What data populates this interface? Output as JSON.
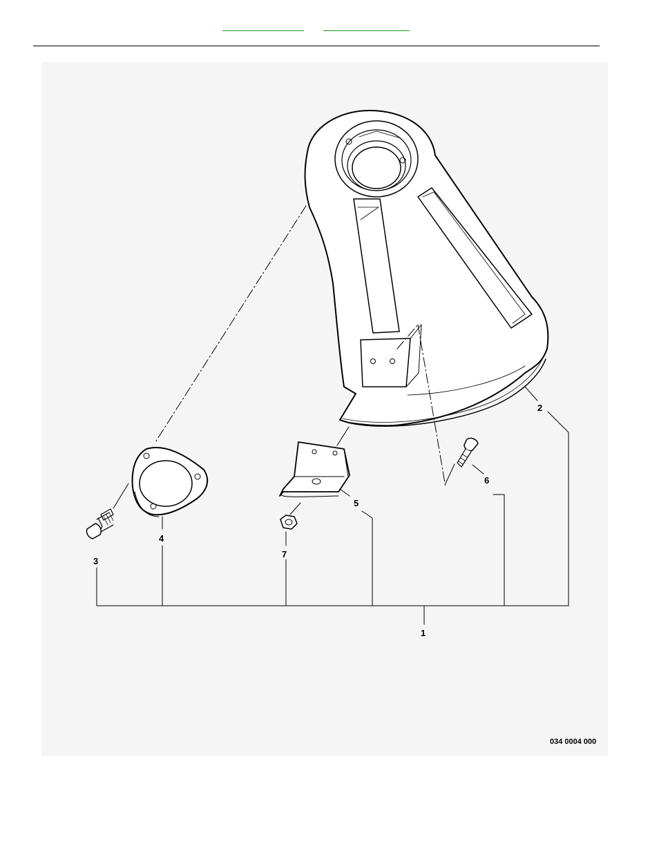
{
  "header": {
    "nav_links": [
      "",
      ""
    ]
  },
  "diagram": {
    "callouts": [
      "1",
      "2",
      "3",
      "4",
      "5",
      "6",
      "7"
    ],
    "drawing_code": "034 0004 000"
  },
  "colors": {
    "link_underline": "#1a9a1a",
    "panel_bg": "#f5f5f5",
    "part_fill": "#ffffff",
    "line": "#000000"
  }
}
